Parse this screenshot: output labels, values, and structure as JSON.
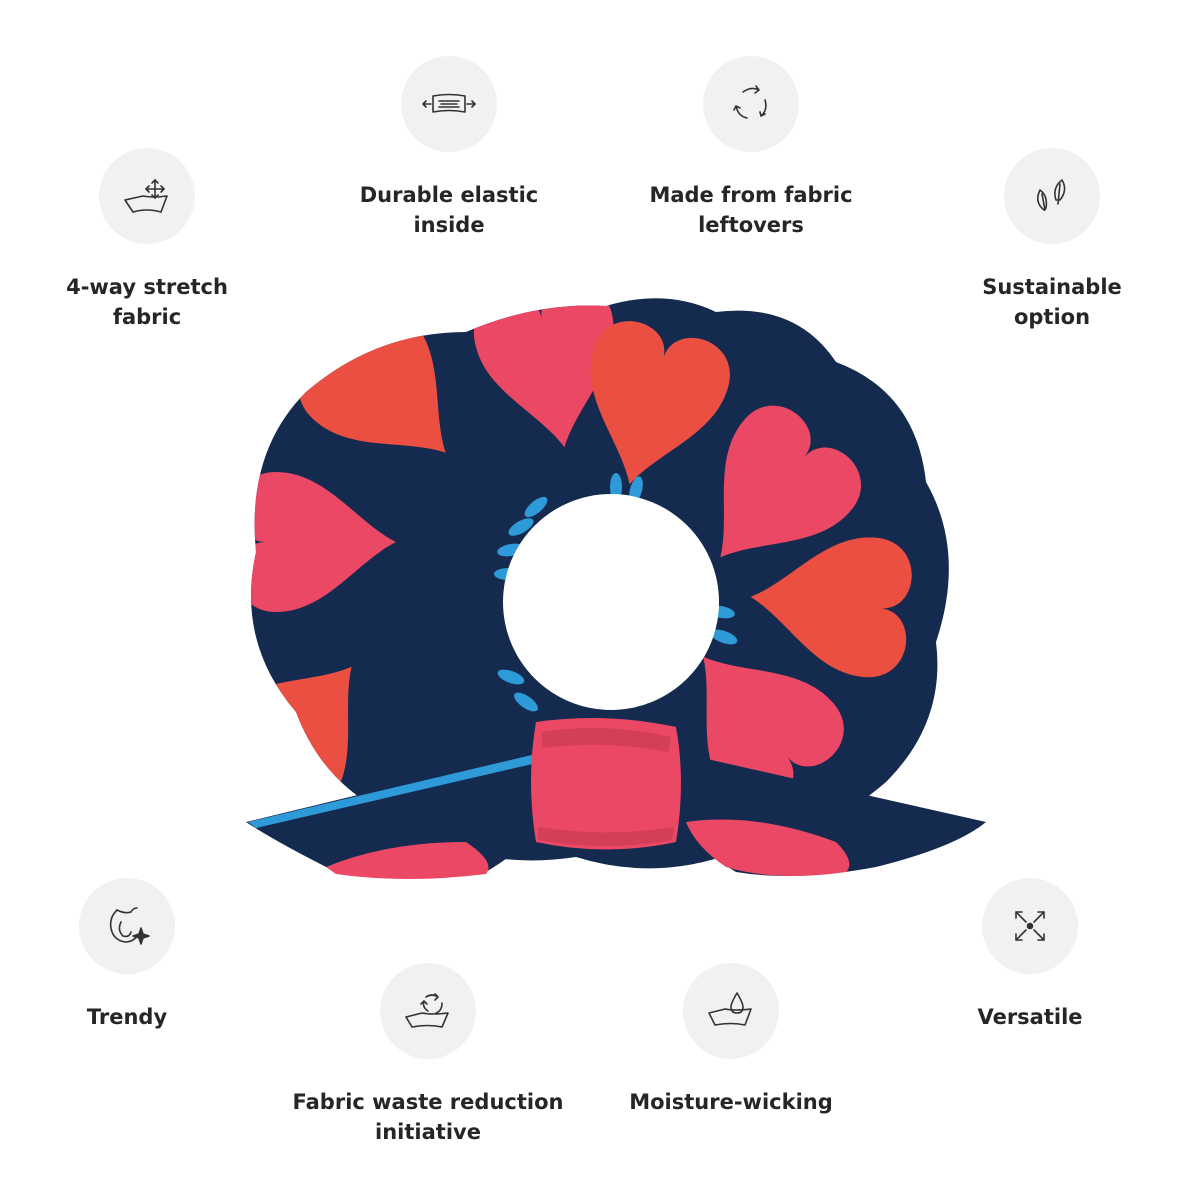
{
  "features": {
    "stretch": {
      "icon": "stretch-fabric-icon",
      "line1": "4-way stretch",
      "line2": "fabric"
    },
    "elastic": {
      "icon": "elastic-arrows-icon",
      "line1": "Durable elastic",
      "line2": "inside"
    },
    "leftovers": {
      "icon": "recycle-arrows-icon",
      "line1": "Made from fabric",
      "line2": "leftovers"
    },
    "sustainable": {
      "icon": "leaves-icon",
      "line1": "Sustainable",
      "line2": "option"
    },
    "trendy": {
      "icon": "trendy-sparkle-icon",
      "line1": "Trendy",
      "line2": ""
    },
    "waste": {
      "icon": "fabric-recycle-icon",
      "line1": "Fabric waste reduction",
      "line2": "initiative"
    },
    "moisture": {
      "icon": "water-drop-fabric-icon",
      "line1": "Moisture-wicking",
      "line2": ""
    },
    "versatile": {
      "icon": "expand-arrows-icon",
      "line1": "Versatile",
      "line2": ""
    }
  },
  "product": {
    "name": "scrunchie-illustration",
    "colors": {
      "base": "#152a4f",
      "heart_red": "#ea4f42",
      "heart_pink": "#ea4865",
      "accent_blue": "#2f9ad8"
    }
  }
}
